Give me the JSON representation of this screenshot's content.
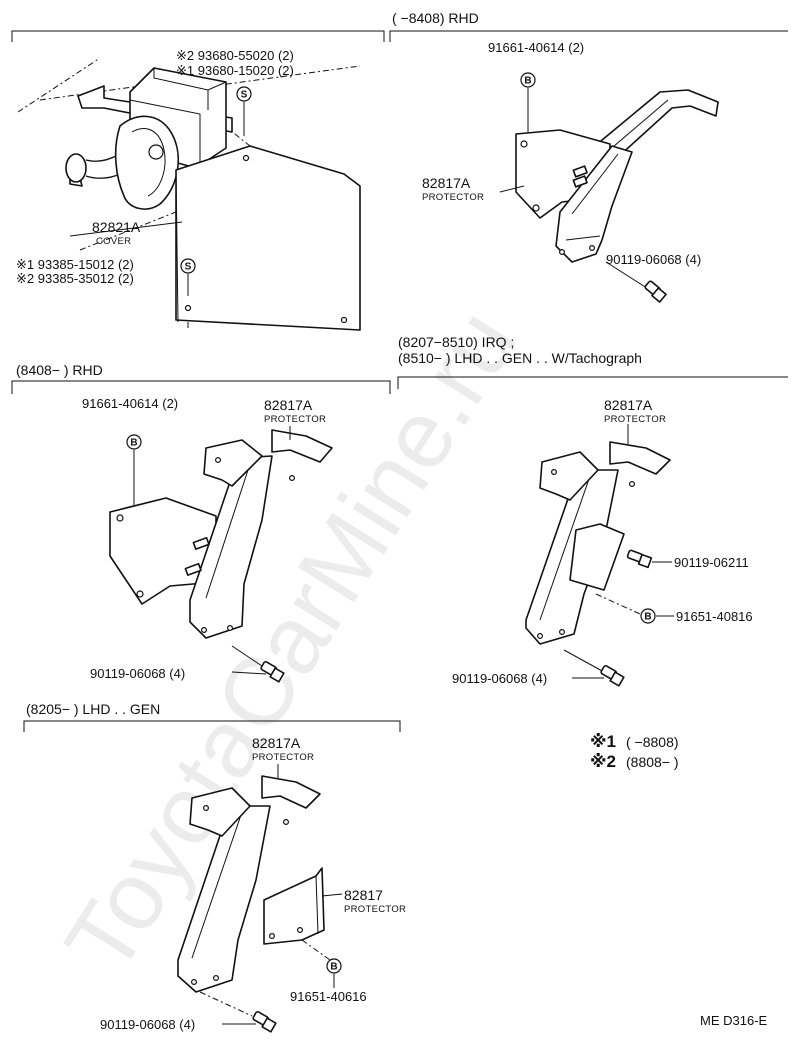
{
  "sections": {
    "s1": {},
    "s2": {
      "header": "(      −8408) RHD"
    },
    "s3": {
      "header": "(8408−          ) RHD"
    },
    "s4": {
      "header_line1": "(8207−8510) IRQ ;",
      "header_line2": "(8510−         ) LHD . . GEN . . W/Tachograph"
    },
    "s5": {
      "header": "(8205−          ) LHD . . GEN"
    }
  },
  "labels": {
    "s1_nut_a": "※2 93680-55020 (2)",
    "s1_nut_b": "※1 93680-15020 (2)",
    "s1_cover_num": "82821A",
    "s1_cover_name": "COVER",
    "s1_screw_a": "※1 93385-15012 (2)",
    "s1_screw_b": "※2 93385-35012 (2)",
    "s2_bolt_top": "91661-40614 (2)",
    "s2_prot_num": "82817A",
    "s2_prot_name": "PROTECTOR",
    "s2_bolt_bottom": "90119-06068 (4)",
    "s3_bolt_top": "91661-40614 (2)",
    "s3_prot_num": "82817A",
    "s3_prot_name": "PROTECTOR",
    "s3_bolt_bottom": "90119-06068 (4)",
    "s4_prot_num": "82817A",
    "s4_prot_name": "PROTECTOR",
    "s4_bolt_mid": "90119-06211",
    "s4_bolt_right": "91651-40816",
    "s4_bolt_bottom": "90119-06068 (4)",
    "s5_prot_num": "82817A",
    "s5_prot_name": "PROTECTOR",
    "s5_prot2_num": "82817",
    "s5_prot2_name": "PROTECTOR",
    "s5_bolt_right": "91651-40616",
    "s5_bolt_bottom": "90119-06068 (4)"
  },
  "markers": {
    "s": "S",
    "b": "B"
  },
  "notes": {
    "n1_mark": "※1",
    "n1_range": "(        −8808)",
    "n2_mark": "※2",
    "n2_range": "(8808−         )"
  },
  "code": "ME D316-E",
  "watermark": "ToyotaCarMine.ru"
}
